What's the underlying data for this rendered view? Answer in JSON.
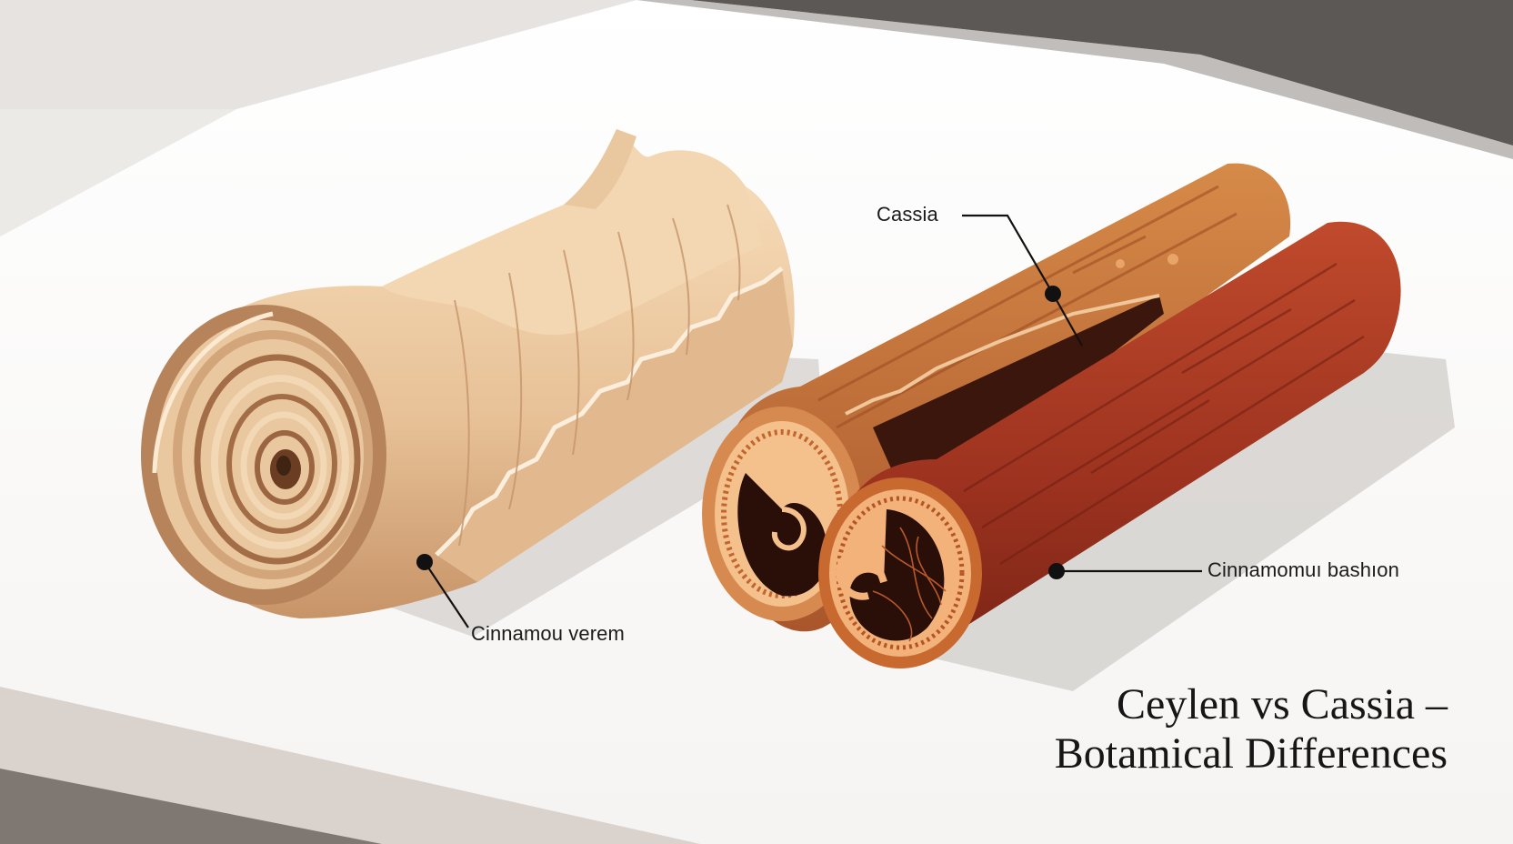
{
  "labels": {
    "cassia": "Cassia",
    "left_roll": "Cinnamou verem",
    "right_stick": "Cinnamomuı bashıon"
  },
  "title": {
    "line1": "Ceylen vs Cassia –",
    "line2": "Botamical Differences"
  },
  "colors": {
    "ceylon_light": "#f1d3ac",
    "ceylon_mid": "#ddb48a",
    "ceylon_dark": "#b98058",
    "cassia_orange": "#c4733a",
    "cassia_red": "#a23622",
    "cassia_interior": "#2a0e08",
    "leader_line": "#111111"
  },
  "icons": {
    "ceylon": "ceylon-cinnamon-quill-illustration",
    "cassia": "cassia-cinnamon-sticks-illustration"
  }
}
